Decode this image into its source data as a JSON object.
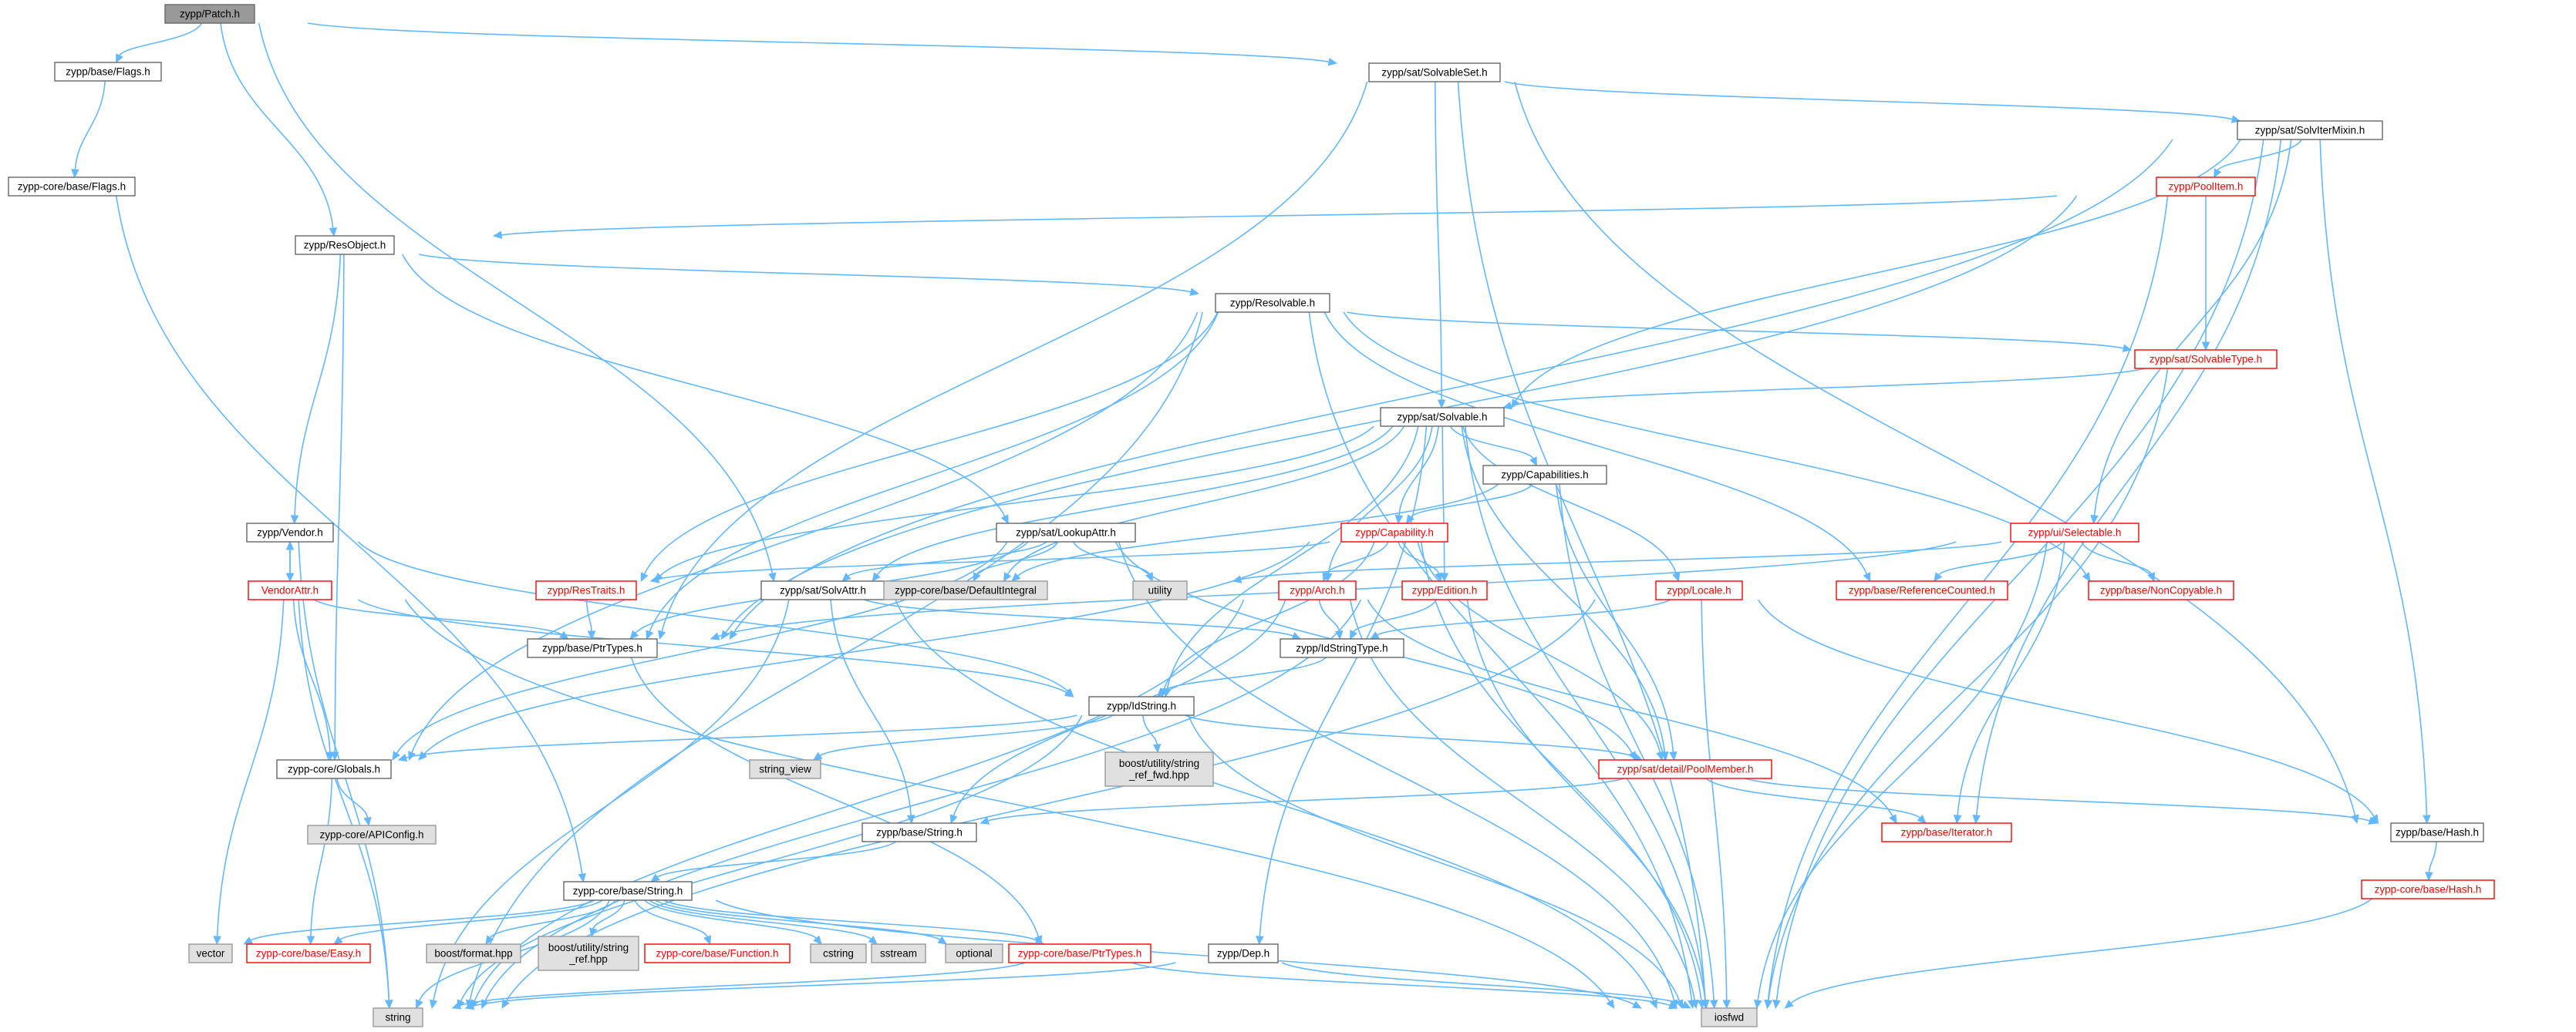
{
  "colors": {
    "edge": "#63b8ff",
    "root_fill": "#999999",
    "normal_border": "#666666",
    "red_border": "#ff0000",
    "external_fill": "#e0e0e0",
    "external_border": "#999999",
    "text_normal": "#000000",
    "text_red": "#ff0000"
  },
  "nodes": [
    {
      "id": "patch",
      "label": "zypp/Patch.h",
      "style": "root"
    },
    {
      "id": "base_flags",
      "label": "zypp/base/Flags.h",
      "style": "normal"
    },
    {
      "id": "core_flags",
      "label": "zypp-core/base/Flags.h",
      "style": "normal"
    },
    {
      "id": "solvableset",
      "label": "zypp/sat/SolvableSet.h",
      "style": "normal"
    },
    {
      "id": "solvitermixin",
      "label": "zypp/sat/SolvIterMixin.h",
      "style": "normal"
    },
    {
      "id": "poolitem",
      "label": "zypp/PoolItem.h",
      "style": "red"
    },
    {
      "id": "resobject",
      "label": "zypp/ResObject.h",
      "style": "normal"
    },
    {
      "id": "resolvable",
      "label": "zypp/Resolvable.h",
      "style": "normal"
    },
    {
      "id": "solvabletype",
      "label": "zypp/sat/SolvableType.h",
      "style": "red"
    },
    {
      "id": "solvable",
      "label": "zypp/sat/Solvable.h",
      "style": "normal"
    },
    {
      "id": "capabilities",
      "label": "zypp/Capabilities.h",
      "style": "normal"
    },
    {
      "id": "vendor",
      "label": "zypp/Vendor.h",
      "style": "normal"
    },
    {
      "id": "lookupattr",
      "label": "zypp/sat/LookupAttr.h",
      "style": "normal"
    },
    {
      "id": "capability",
      "label": "zypp/Capability.h",
      "style": "red"
    },
    {
      "id": "selectable",
      "label": "zypp/ui/Selectable.h",
      "style": "red"
    },
    {
      "id": "vendorattr",
      "label": "VendorAttr.h",
      "style": "red"
    },
    {
      "id": "restraits",
      "label": "zypp/ResTraits.h",
      "style": "red"
    },
    {
      "id": "solvattr",
      "label": "zypp/sat/SolvAttr.h",
      "style": "normal"
    },
    {
      "id": "defaultintegral",
      "label": "zypp-core/base/DefaultIntegral",
      "style": "external"
    },
    {
      "id": "utility",
      "label": "utility",
      "style": "external"
    },
    {
      "id": "arch",
      "label": "zypp/Arch.h",
      "style": "red"
    },
    {
      "id": "edition",
      "label": "zypp/Edition.h",
      "style": "red"
    },
    {
      "id": "locale",
      "label": "zypp/Locale.h",
      "style": "red"
    },
    {
      "id": "refcounted",
      "label": "zypp/base/ReferenceCounted.h",
      "style": "red"
    },
    {
      "id": "noncopyable",
      "label": "zypp/base/NonCopyable.h",
      "style": "red"
    },
    {
      "id": "ptrtypes",
      "label": "zypp/base/PtrTypes.h",
      "style": "normal"
    },
    {
      "id": "idstringtype",
      "label": "zypp/IdStringType.h",
      "style": "normal"
    },
    {
      "id": "idstring",
      "label": "zypp/IdString.h",
      "style": "normal"
    },
    {
      "id": "globals",
      "label": "zypp-core/Globals.h",
      "style": "normal"
    },
    {
      "id": "string_view",
      "label": "string_view",
      "style": "external"
    },
    {
      "id": "string_fwd",
      "label": "boost/utility/string\n_ref_fwd.hpp",
      "style": "external"
    },
    {
      "id": "poolmember",
      "label": "zypp/sat/detail/PoolMember.h",
      "style": "red"
    },
    {
      "id": "apiconfig",
      "label": "zypp-core/APIConfig.h",
      "style": "external"
    },
    {
      "id": "base_string",
      "label": "zypp/base/String.h",
      "style": "normal"
    },
    {
      "id": "iterator",
      "label": "zypp/base/Iterator.h",
      "style": "red"
    },
    {
      "id": "hash",
      "label": "zypp/base/Hash.h",
      "style": "normal"
    },
    {
      "id": "core_hash",
      "label": "zypp-core/base/Hash.h",
      "style": "red"
    },
    {
      "id": "core_string",
      "label": "zypp-core/base/String.h",
      "style": "normal"
    },
    {
      "id": "vector",
      "label": "vector",
      "style": "external"
    },
    {
      "id": "easy",
      "label": "zypp-core/base/Easy.h",
      "style": "red"
    },
    {
      "id": "format",
      "label": "boost/format.hpp",
      "style": "external"
    },
    {
      "id": "string_ref",
      "label": "boost/utility/string\n_ref.hpp",
      "style": "external"
    },
    {
      "id": "function",
      "label": "zypp-core/base/Function.h",
      "style": "red"
    },
    {
      "id": "cstring",
      "label": "cstring",
      "style": "external"
    },
    {
      "id": "sstream",
      "label": "sstream",
      "style": "external"
    },
    {
      "id": "optional",
      "label": "optional",
      "style": "external"
    },
    {
      "id": "core_ptrtypes",
      "label": "zypp-core/base/PtrTypes.h",
      "style": "red"
    },
    {
      "id": "dep",
      "label": "zypp/Dep.h",
      "style": "normal"
    },
    {
      "id": "string",
      "label": "string",
      "style": "external"
    },
    {
      "id": "iosfwd",
      "label": "iosfwd",
      "style": "external"
    }
  ],
  "edges": [
    [
      "patch",
      "base_flags"
    ],
    [
      "patch",
      "resobject"
    ],
    [
      "patch",
      "solvableset"
    ],
    [
      "patch",
      "solvattr"
    ],
    [
      "base_flags",
      "core_flags"
    ],
    [
      "core_flags",
      "core_string"
    ],
    [
      "solvableset",
      "solvitermixin"
    ],
    [
      "solvableset",
      "solvable"
    ],
    [
      "solvableset",
      "ptrtypes"
    ],
    [
      "solvableset",
      "hash"
    ],
    [
      "solvableset",
      "iosfwd"
    ],
    [
      "solvitermixin",
      "poolitem"
    ],
    [
      "solvitermixin",
      "solvable"
    ],
    [
      "solvitermixin",
      "selectable"
    ],
    [
      "solvitermixin",
      "iterator"
    ],
    [
      "solvitermixin",
      "hash"
    ],
    [
      "solvitermixin",
      "iosfwd"
    ],
    [
      "solvitermixin",
      "ptrtypes"
    ],
    [
      "poolitem",
      "resobject"
    ],
    [
      "poolitem",
      "solvabletype"
    ],
    [
      "poolitem",
      "iosfwd"
    ],
    [
      "poolitem",
      "ptrtypes"
    ],
    [
      "resobject",
      "resolvable"
    ],
    [
      "resobject",
      "vendor"
    ],
    [
      "resobject",
      "lookupattr"
    ],
    [
      "resobject",
      "globals"
    ],
    [
      "resolvable",
      "solvabletype"
    ],
    [
      "resolvable",
      "refcounted"
    ],
    [
      "resolvable",
      "noncopyable"
    ],
    [
      "resolvable",
      "ptrtypes"
    ],
    [
      "resolvable",
      "restraits"
    ],
    [
      "resolvable",
      "string"
    ],
    [
      "resolvable",
      "globals"
    ],
    [
      "resolvable",
      "iosfwd"
    ],
    [
      "solvabletype",
      "solvable"
    ],
    [
      "solvabletype",
      "iosfwd"
    ],
    [
      "solvable",
      "capabilities"
    ],
    [
      "solvable",
      "capability"
    ],
    [
      "solvable",
      "arch"
    ],
    [
      "solvable",
      "edition"
    ],
    [
      "solvable",
      "locale"
    ],
    [
      "solvable",
      "poolmember"
    ],
    [
      "solvable",
      "solvattr"
    ],
    [
      "solvable",
      "restraits"
    ],
    [
      "solvable",
      "idstring"
    ],
    [
      "solvable",
      "iosfwd"
    ],
    [
      "solvable",
      "dep"
    ],
    [
      "solvable",
      "defaultintegral"
    ],
    [
      "capabilities",
      "capability"
    ],
    [
      "capabilities",
      "poolmember"
    ],
    [
      "capabilities",
      "iosfwd"
    ],
    [
      "capabilities",
      "defaultintegral"
    ],
    [
      "vendor",
      "vendorattr"
    ],
    [
      "vendor",
      "idstring"
    ],
    [
      "vendor",
      "string"
    ],
    [
      "vendorattr",
      "vendor"
    ],
    [
      "vendorattr",
      "ptrtypes"
    ],
    [
      "vendorattr",
      "idstring"
    ],
    [
      "vendorattr",
      "globals"
    ],
    [
      "vendorattr",
      "vector"
    ],
    [
      "vendorattr",
      "string"
    ],
    [
      "vendorattr",
      "iosfwd"
    ],
    [
      "lookupattr",
      "solvattr"
    ],
    [
      "lookupattr",
      "poolmember"
    ],
    [
      "lookupattr",
      "defaultintegral"
    ],
    [
      "lookupattr",
      "utility"
    ],
    [
      "lookupattr",
      "ptrtypes"
    ],
    [
      "lookupattr",
      "iosfwd"
    ],
    [
      "lookupattr",
      "globals"
    ],
    [
      "capability",
      "edition"
    ],
    [
      "capability",
      "arch"
    ],
    [
      "capability",
      "poolmember"
    ],
    [
      "capability",
      "restraits"
    ],
    [
      "capability",
      "idstring"
    ],
    [
      "capability",
      "iosfwd"
    ],
    [
      "capability",
      "globals"
    ],
    [
      "selectable",
      "refcounted"
    ],
    [
      "selectable",
      "noncopyable"
    ],
    [
      "selectable",
      "iterator"
    ],
    [
      "selectable",
      "utility"
    ],
    [
      "selectable",
      "ptrtypes"
    ],
    [
      "selectable",
      "iosfwd"
    ],
    [
      "restraits",
      "ptrtypes"
    ],
    [
      "solvattr",
      "idstringtype"
    ],
    [
      "solvattr",
      "base_string"
    ],
    [
      "solvattr",
      "iosfwd"
    ],
    [
      "solvattr",
      "string"
    ],
    [
      "arch",
      "idstringtype"
    ],
    [
      "arch",
      "base_string"
    ],
    [
      "arch",
      "iterator"
    ],
    [
      "arch",
      "iosfwd"
    ],
    [
      "arch",
      "string"
    ],
    [
      "edition",
      "idstringtype"
    ],
    [
      "edition",
      "iosfwd"
    ],
    [
      "edition",
      "string"
    ],
    [
      "locale",
      "idstringtype"
    ],
    [
      "locale",
      "hash"
    ],
    [
      "locale",
      "iosfwd"
    ],
    [
      "locale",
      "string"
    ],
    [
      "ptrtypes",
      "core_ptrtypes"
    ],
    [
      "idstringtype",
      "idstring"
    ],
    [
      "idstring",
      "poolmember"
    ],
    [
      "idstring",
      "globals"
    ],
    [
      "idstring",
      "string_view"
    ],
    [
      "idstring",
      "string_fwd"
    ],
    [
      "idstring",
      "iosfwd"
    ],
    [
      "idstring",
      "string"
    ],
    [
      "globals",
      "apiconfig"
    ],
    [
      "globals",
      "easy"
    ],
    [
      "poolmember",
      "iterator"
    ],
    [
      "poolmember",
      "hash"
    ],
    [
      "poolmember",
      "base_string"
    ],
    [
      "base_string",
      "core_string"
    ],
    [
      "hash",
      "core_hash"
    ],
    [
      "core_hash",
      "iosfwd"
    ],
    [
      "core_string",
      "vector"
    ],
    [
      "core_string",
      "easy"
    ],
    [
      "core_string",
      "format"
    ],
    [
      "core_string",
      "string_ref"
    ],
    [
      "core_string",
      "function"
    ],
    [
      "core_string",
      "cstring"
    ],
    [
      "core_string",
      "sstream"
    ],
    [
      "core_string",
      "optional"
    ],
    [
      "core_string",
      "core_ptrtypes"
    ],
    [
      "core_string",
      "string"
    ],
    [
      "core_string",
      "iosfwd"
    ],
    [
      "core_ptrtypes",
      "string"
    ],
    [
      "core_ptrtypes",
      "iosfwd"
    ],
    [
      "dep",
      "string"
    ],
    [
      "dep",
      "iosfwd"
    ]
  ]
}
